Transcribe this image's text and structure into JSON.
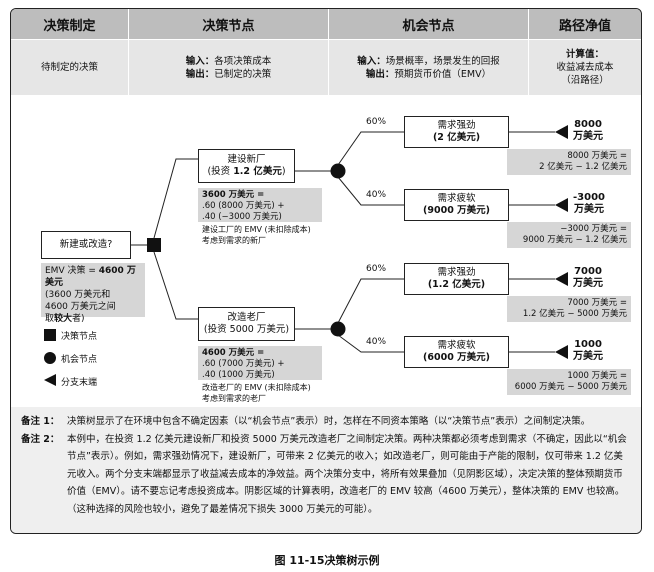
{
  "headers": [
    "决策制定",
    "决策节点",
    "机会节点",
    "路径净值"
  ],
  "subheaders": {
    "col1": "待制定的决策",
    "col2_l1_key": "输入：",
    "col2_l1_val": "各项决策成本",
    "col2_l2_key": "输出：",
    "col2_l2_val": "已制定的决策",
    "col3_l1_key": "输入：",
    "col3_l1_val": "场景概率，场景发生的回报",
    "col3_l2_key": "输出：",
    "col3_l2_val": "预期货币价值（EMV）",
    "col4_l1": "计算值：",
    "col4_l2": "收益减去成本",
    "col4_l3": "（沿路径）"
  },
  "root": {
    "question": "新建或改造?",
    "emv_l1a": "EMV 决策 = ",
    "emv_l1b": "4600 万美元",
    "emv_l2": "(3600 万美元和",
    "emv_l3": "4600 万美元之间",
    "emv_l4a": "取",
    "emv_l4b": "较大",
    "emv_l4c": "者)"
  },
  "legend": {
    "decision": "决策节点",
    "chance": "机会节点",
    "end": "分支末端"
  },
  "branch_new": {
    "label_l1": "建设新厂",
    "label_l2a": "(投资 ",
    "label_l2b": "1.2 亿美元",
    "label_l2c": ")",
    "calc_l1": "3600 万美元 =",
    "calc_l2": ".60 (8000 万美元) +",
    "calc_l3": ".40 (−3000 万美元)",
    "calc_l4": "建设工厂的 EMV (未扣除成本)",
    "calc_l5": "考虑到需求的新厂"
  },
  "branch_upgrade": {
    "label_l1": "改造老厂",
    "label_l2": "(投资 5000 万美元)",
    "calc_l1": "4600 万美元 =",
    "calc_l2": ".60 (7000 万美元) +",
    "calc_l3": ".40 (1000 万美元)",
    "calc_l4": "改造老厂的 EMV (未扣除成本)",
    "calc_l5": "考虑到需求的老厂"
  },
  "outcomes": [
    {
      "prob": "60%",
      "label_l1": "需求强劲",
      "label_l2": "(2 亿美元)",
      "value_l1": "8000",
      "value_l2": "万美元",
      "calc_l1": "8000 万美元 =",
      "calc_l2": "2 亿美元 − 1.2 亿美元"
    },
    {
      "prob": "40%",
      "label_l1": "需求疲软",
      "label_l2": "(9000 万美元)",
      "value_l1": "-3000",
      "value_l2": "万美元",
      "calc_l1": "−3000 万美元 =",
      "calc_l2": "9000 万美元 − 1.2 亿美元"
    },
    {
      "prob": "60%",
      "label_l1": "需求强劲",
      "label_l2": "(1.2 亿美元)",
      "value_l1": "7000",
      "value_l2": "万美元",
      "calc_l1": "7000 万美元 =",
      "calc_l2": "1.2 亿美元 − 5000 万美元"
    },
    {
      "prob": "40%",
      "label_l1": "需求疲软",
      "label_l2": "(6000 万美元)",
      "value_l1": "1000",
      "value_l2": "万美元",
      "calc_l1": "1000 万美元 =",
      "calc_l2": "6000 万美元 − 5000 万美元"
    }
  ],
  "notes": {
    "n1_key": "备注 1：",
    "n1": "决策树显示了在环境中包含不确定因素（以“机会节点”表示）时，怎样在不同资本策略（以“决策节点”表示）之间制定决策。",
    "n2_key": "备注 2：",
    "n2": "本例中，在投资 1.2 亿美元建设新厂和投资 5000 万美元改造老厂之间制定决策。两种决策都必须考虑到需求（不确定，因此以“机会节点”表示）。例如，需求强劲情况下，建设新厂，可带来 2 亿美元的收入；如改造老厂，则可能由于产能的限制，仅可带来 1.2 亿美元收入。两个分支末端都显示了收益减去成本的净效益。两个决策分支中，将所有效果叠加（见阴影区域），决定决策的整体预期货币价值（EMV）。请不要忘记考虑投资成本。阴影区域的计算表明，改造老厂的 EMV 较高（4600 万美元），整体决策的 EMV 也较高。（这种选择的风险也较小，避免了最差情况下损失 3000 万美元的可能）。"
  },
  "caption": "图 11-15决策树示例"
}
